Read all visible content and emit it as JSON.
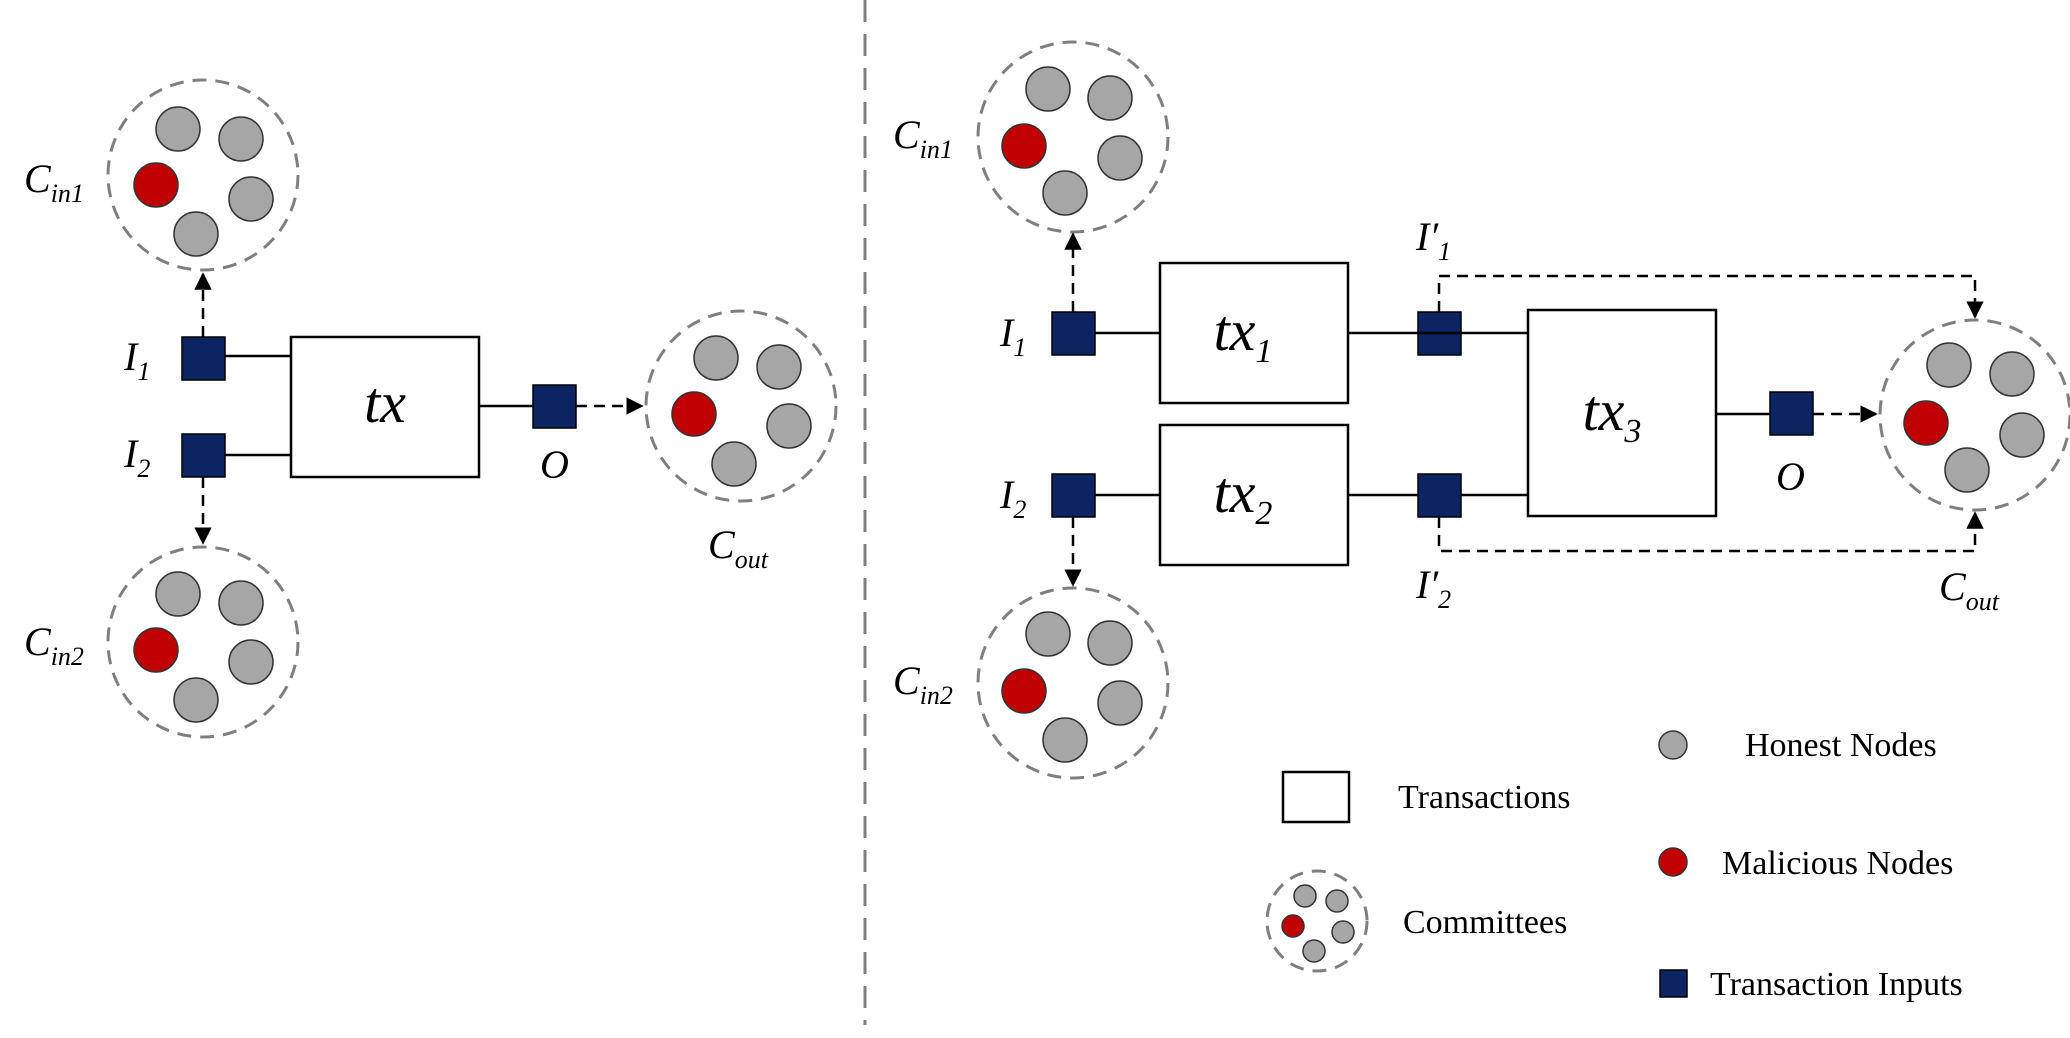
{
  "colors": {
    "honest": "#a6a6a6",
    "malicious": "#c00000",
    "input": "#0c2461",
    "ring": "#7f7f7f",
    "divider": "#7f7f7f"
  },
  "left": {
    "cin1": {
      "main": "C",
      "sub": "in1"
    },
    "cin2": {
      "main": "C",
      "sub": "in2"
    },
    "cout": {
      "main": "C",
      "sub": "out"
    },
    "i1": {
      "main": "I",
      "sub": "1"
    },
    "i2": {
      "main": "I",
      "sub": "2"
    },
    "o": "O",
    "tx": "tx"
  },
  "right": {
    "cin1": {
      "main": "C",
      "sub": "in1"
    },
    "cin2": {
      "main": "C",
      "sub": "in2"
    },
    "cout": {
      "main": "C",
      "sub": "out"
    },
    "i1": {
      "main": "I",
      "sub": "1"
    },
    "i2": {
      "main": "I",
      "sub": "2"
    },
    "i1p": {
      "main": "I′",
      "sub": "1"
    },
    "i2p": {
      "main": "I′",
      "sub": "2"
    },
    "o": "O",
    "tx1": {
      "main": "tx",
      "sub": "1"
    },
    "tx2": {
      "main": "tx",
      "sub": "2"
    },
    "tx3": {
      "main": "tx",
      "sub": "3"
    }
  },
  "legend": {
    "transactions": "Transactions",
    "committees": "Committees",
    "honest": "Honest Nodes",
    "malicious": "Malicious Nodes",
    "inputs": "Transaction Inputs"
  }
}
